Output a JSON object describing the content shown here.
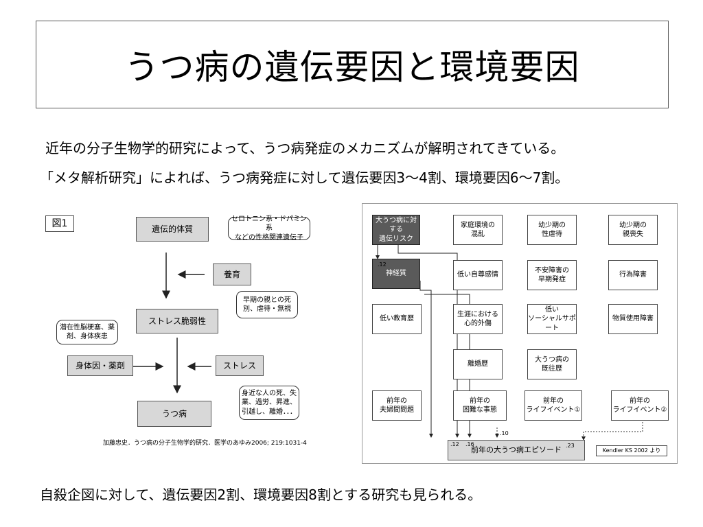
{
  "title": "うつ病の遺伝要因と環境要因",
  "intro_lines": [
    "近年の分子生物学的研究によって、うつ病発症のメカニズムが解明されてきている。",
    "「メタ解析研究」によれば、うつ病発症に対して遺伝要因3～4割、環境要因6～7割。"
  ],
  "footer_line": "自殺企図に対して、遺伝要因2割、環境要因8割とする研究も見られる。",
  "left_diagram": {
    "figure_label": "図1",
    "nodes": {
      "genetic": "遺伝的体質",
      "vulnerability": "ストレス脆弱性",
      "physical": "身体因・薬剤",
      "depression": "うつ病",
      "upbringing": "養育",
      "stress": "ストレス"
    },
    "bubbles": {
      "serotonin": "セロトニン系・ドパミン系\nなどの性格関連遺伝子",
      "early_loss": "早期の親との死\n別、虐待・無視",
      "latent_brain": "潜在性脳梗塞、薬\n剤、身体疾患",
      "life_events": "身近な人の死、失\n業、過労、昇進、\n引越し、離婚．．．"
    },
    "citation": "加藤忠史．うつ病の分子生物学的研究．医学のあゆみ2006; 219:1031-4"
  },
  "right_diagram": {
    "boxes": {
      "major_risk": "大うつ病に対する\n遺伝リスク",
      "neuroticism": "神経質",
      "family_disorder": "家庭環境の\n混乱",
      "childhood_abuse": "幼少期の\n性虐待",
      "parental_loss": "幼少期の\n親喪失",
      "low_self_esteem": "低い自尊感情",
      "anxiety_disorder": "不安障害の\n早期発症",
      "conduct_disorder": "行為障害",
      "low_education": "低い教育歴",
      "lifetime_trauma": "生涯における\n心的外傷",
      "low_social_support": "低い\nソーシャルサポート",
      "substance_use": "物質使用障害",
      "divorce_history": "離婚歴",
      "past_depression": "大うつ病の\n既往歴",
      "marital_problems": "前年の\n夫婦間問題",
      "difficult_events": "前年の\n困難な事態",
      "life_event_1": "前年の\nライフイベント①",
      "life_event_2": "前年の\nライフイベント②",
      "episode": "前年の大うつ病エピソード"
    },
    "coefficients": [
      ".12",
      ".12",
      ".16",
      ".10",
      ".23"
    ],
    "source": "Kendler KS 2002 より"
  }
}
